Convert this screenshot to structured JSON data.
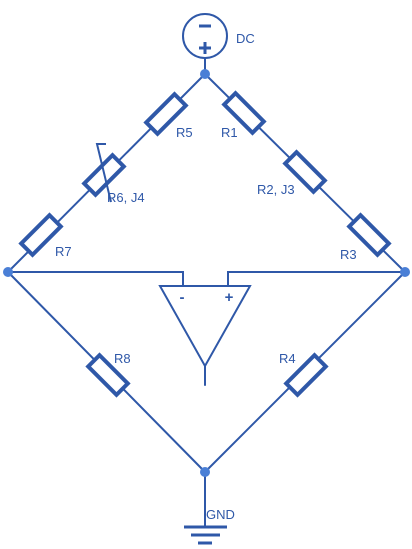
{
  "source": {
    "label": "DC",
    "minus": "−",
    "plus": "+"
  },
  "ground": {
    "label": "GND"
  },
  "opamp": {
    "minus": "-",
    "plus": "+"
  },
  "resistors": [
    {
      "id": "r5",
      "label": "R5"
    },
    {
      "id": "r6",
      "label": "R6, J4"
    },
    {
      "id": "r7",
      "label": "R7"
    },
    {
      "id": "r1",
      "label": "R1"
    },
    {
      "id": "r2",
      "label": "R2, J3"
    },
    {
      "id": "r3",
      "label": "R3"
    },
    {
      "id": "r8",
      "label": "R8"
    },
    {
      "id": "r4",
      "label": "R4"
    }
  ],
  "colors": {
    "line": "#2f58a8",
    "node": "#4a7fd6"
  }
}
